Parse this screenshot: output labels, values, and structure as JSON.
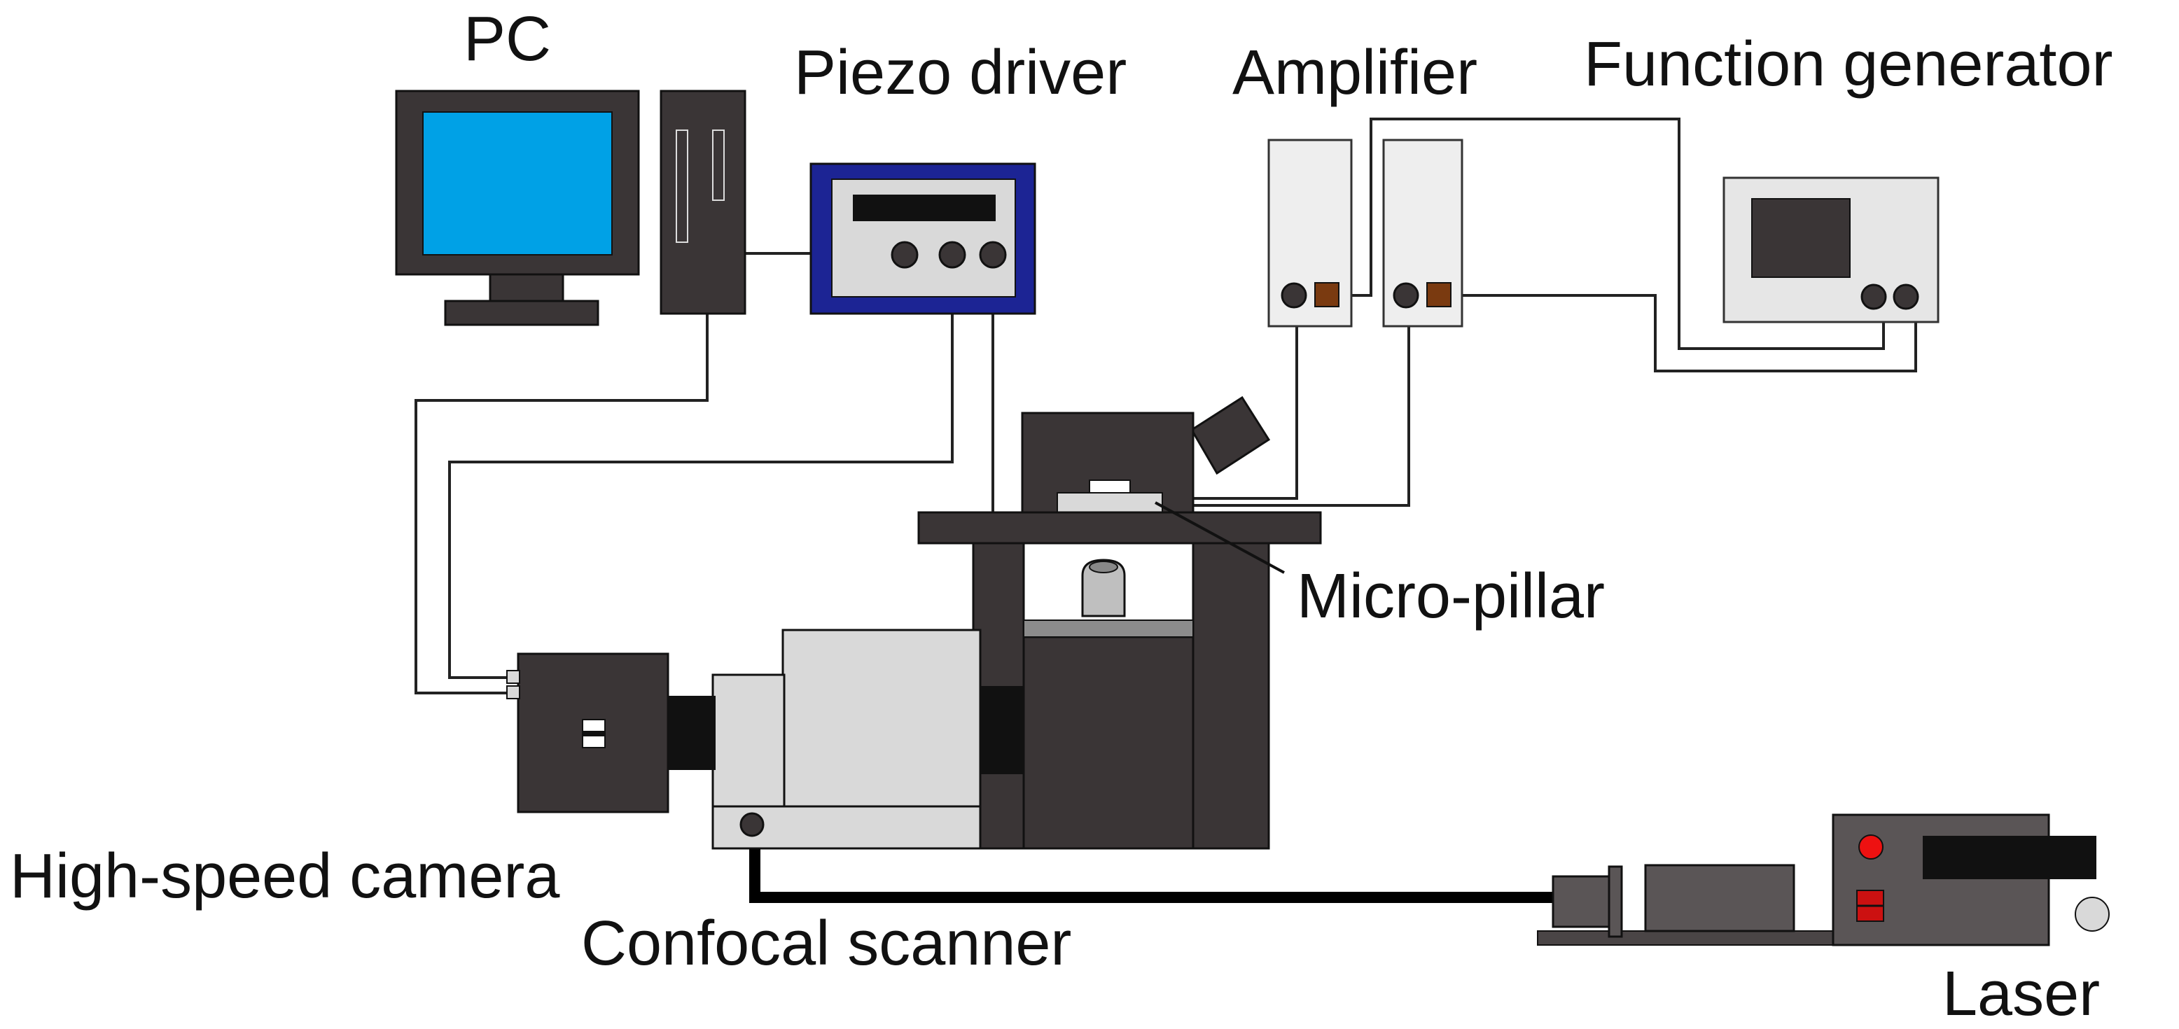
{
  "labels": {
    "pc": "PC",
    "piezo_driver": "Piezo driver",
    "amplifier": "Amplifier",
    "function_generator": "Function generator",
    "micro_pillar": "Micro-pillar",
    "high_speed_camera": "High-speed camera",
    "confocal_scanner": "Confocal scanner",
    "laser": "Laser"
  },
  "colors": {
    "dark_body": "#3a3536",
    "pc_screen": "#00a1e6",
    "piezo_frame": "#1c2494",
    "panel_light": "#d9d9d9",
    "amplifier_box": "#eeeeee",
    "connector_orange": "#7a3a10",
    "laser_red": "#ee1111"
  }
}
